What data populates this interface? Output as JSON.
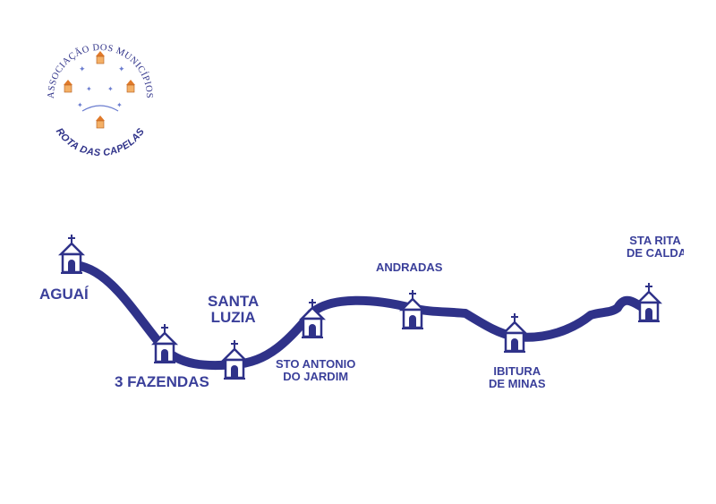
{
  "logo": {
    "arc_top": "ASSOCIAÇÃO DOS MUNICÍPIOS",
    "arc_bottom": "ROTA DAS CAPELAS"
  },
  "colors": {
    "route": "#2f3289",
    "label": "#3a3f9a",
    "chapel": "#2f3289"
  },
  "icons": [
    "chapel-icon"
  ],
  "cities": [
    {
      "id": "aguai",
      "lines": [
        "AGUAÍ"
      ]
    },
    {
      "id": "3-fazendas",
      "lines": [
        "3 FAZENDAS"
      ]
    },
    {
      "id": "santa-luzia",
      "lines": [
        "SANTA",
        "LUZIA"
      ]
    },
    {
      "id": "sto-antonio-do-jardim",
      "lines": [
        "STO ANTONIO",
        "DO JARDIM"
      ]
    },
    {
      "id": "andradas",
      "lines": [
        "ANDRADAS"
      ]
    },
    {
      "id": "ibitura-de-minas",
      "lines": [
        "IBITURA",
        "DE MINAS"
      ]
    },
    {
      "id": "sta-rita-de-caldas",
      "lines": [
        "STA RITA",
        "DE CALDAS"
      ]
    }
  ]
}
